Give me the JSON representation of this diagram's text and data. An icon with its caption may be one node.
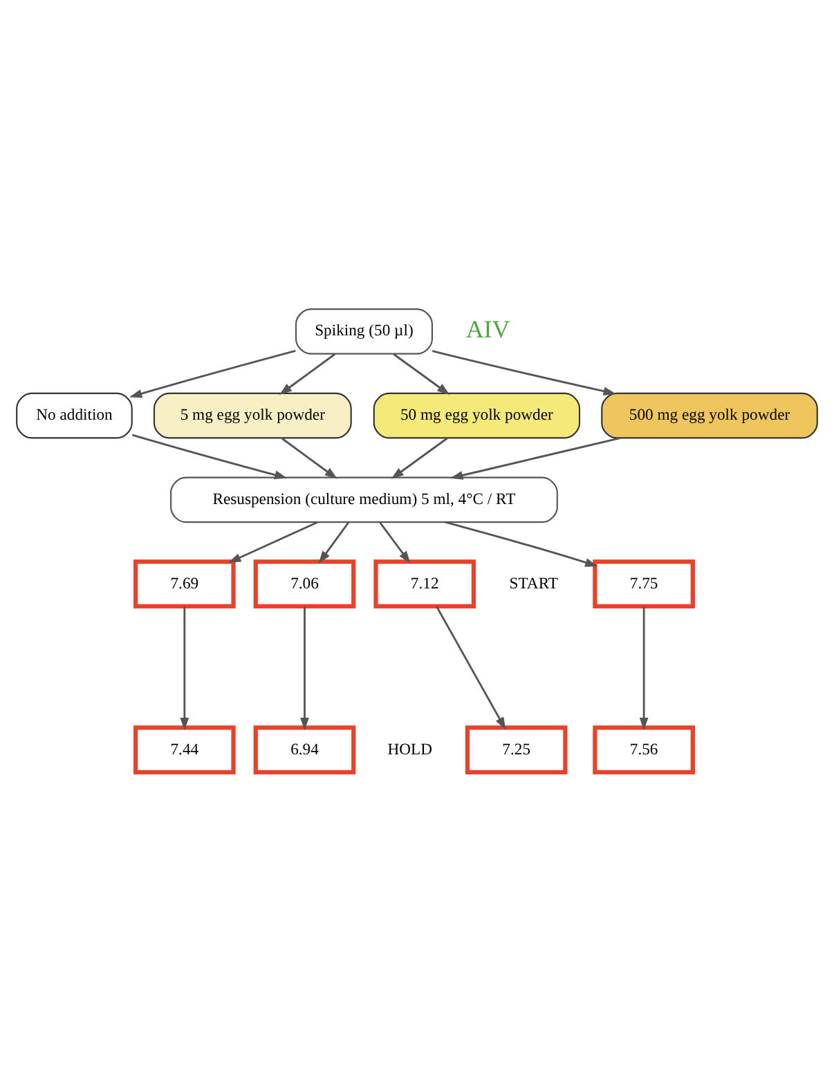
{
  "diagram": {
    "nodes": [
      {
        "text": [
          "Spiking (50 µl)"
        ],
        "beside": [
          "AIV"
        ]
      },
      {
        "text": [
          "No addition"
        ]
      },
      {
        "text": [
          "5 mg egg yolk powder"
        ]
      },
      {
        "text": [
          "50 mg egg yolk powder"
        ]
      },
      {
        "text": [
          "500 mg egg yolk powder"
        ]
      },
      {
        "text": [
          "Resuspension (culture medium) 5 ml, 4°C / RT"
        ]
      },
      {
        "text": [
          "7.12"
        ]
      },
      {
        "text": [
          "7.75"
        ]
      },
      {
        "text": [
          "7.69"
        ]
      },
      {
        "text": [
          "7.06"
        ]
      },
      {
        "text": [
          "7.25"
        ]
      },
      {
        "text": [
          "7.56"
        ]
      },
      {
        "text": [
          "7.44"
        ]
      },
      {
        "text": [
          "6.94"
        ]
      }
    ],
    "edges": [
      {
        "from": 0,
        "to": 1,
        "arrow": "to"
      },
      {
        "from": 0,
        "to": 2,
        "arrow": "to"
      },
      {
        "from": 0,
        "to": 3,
        "arrow": "to"
      },
      {
        "from": 0,
        "to": 4,
        "arrow": "to"
      },
      {
        "from": 1,
        "to": 5,
        "arrow": "to"
      },
      {
        "from": 2,
        "to": 5,
        "arrow": "to"
      },
      {
        "from": 3,
        "to": 5,
        "arrow": "to"
      },
      {
        "from": 4,
        "to": 5,
        "arrow": "to"
      },
      {
        "from": 5,
        "to": 6,
        "arrow": "to"
      },
      {
        "from": 5,
        "to": 7,
        "arrow": "to"
      },
      {
        "from": 5,
        "to": 8,
        "arrow": "to"
      },
      {
        "from": 5,
        "to": 9,
        "arrow": "to"
      },
      {
        "from": 6,
        "to": 10,
        "arrow": "to"
      },
      {
        "from": 7,
        "to": 11,
        "arrow": "to"
      },
      {
        "from": 8,
        "to": 12,
        "arrow": "to"
      },
      {
        "from": 9,
        "to": 13,
        "arrow": "to"
      }
    ],
    "labels": [
      "START",
      "HOLD"
    ]
  }
}
